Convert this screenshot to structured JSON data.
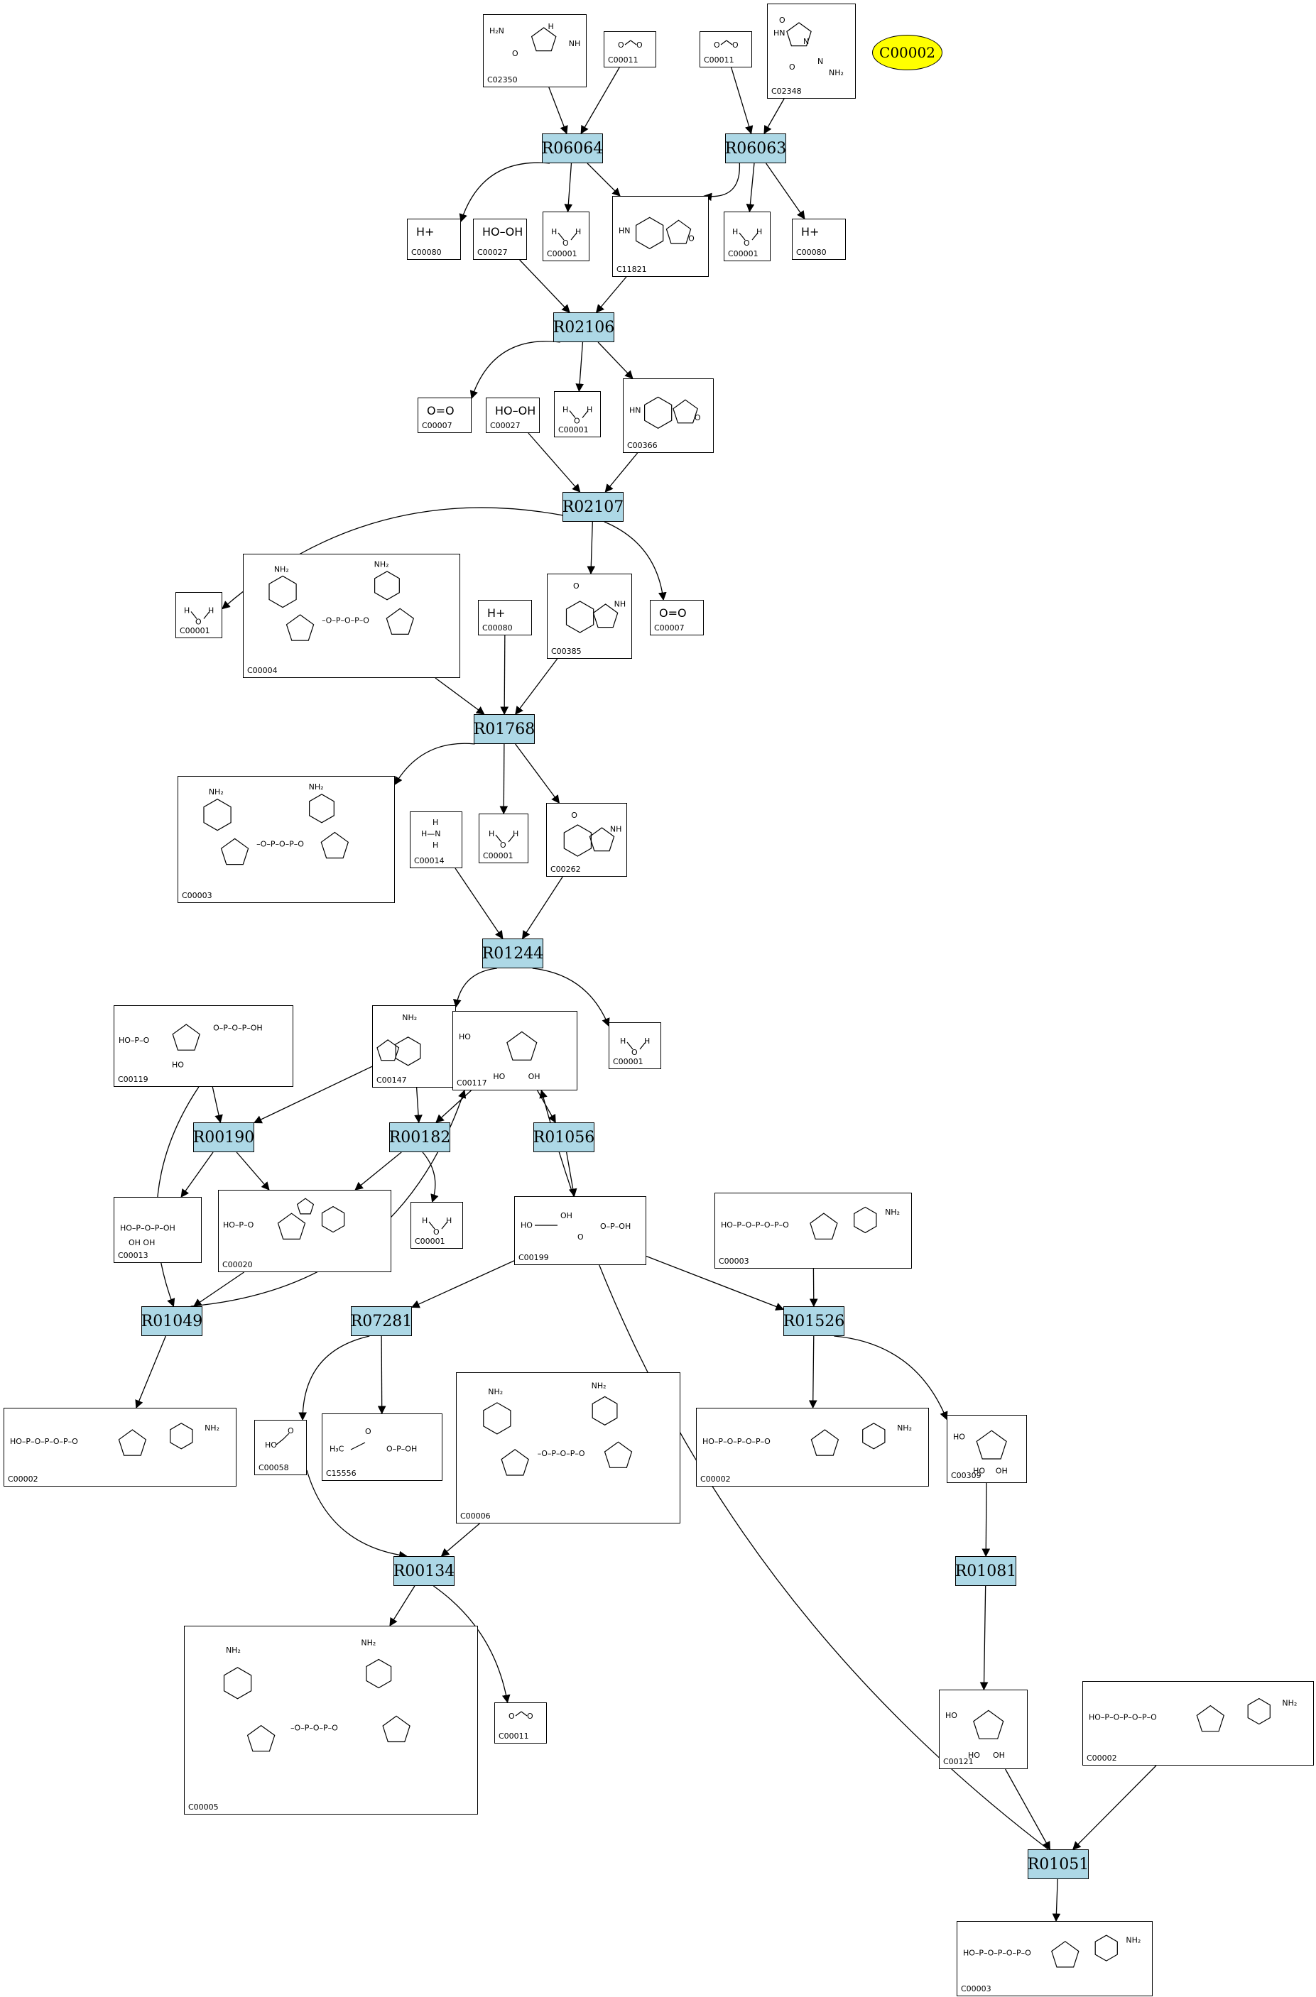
{
  "highlight": {
    "label": "C00002",
    "color": "#ffff00"
  },
  "colors": {
    "reaction": "#add8e6",
    "edge": "#000000"
  },
  "reactions": {
    "R06064": "R06064",
    "R06063": "R06063",
    "R02106": "R02106",
    "R02107": "R02107",
    "R01768": "R01768",
    "R01244": "R01244",
    "R00190": "R00190",
    "R00182": "R00182",
    "R01056": "R01056",
    "R01049": "R01049",
    "R07281": "R07281",
    "R01526": "R01526",
    "R00134": "R00134",
    "R01081": "R01081",
    "R01051": "R01051"
  },
  "compounds": {
    "c02350": {
      "id": "C02350"
    },
    "c00011a": {
      "id": "C00011"
    },
    "c00011b": {
      "id": "C00011"
    },
    "c02348": {
      "id": "C02348"
    },
    "c00080a": {
      "id": "C00080",
      "formula": "H+"
    },
    "c00027a": {
      "id": "C00027",
      "formula": "HO–OH"
    },
    "c00001a": {
      "id": "C00001"
    },
    "c11821": {
      "id": "C11821"
    },
    "c00001b": {
      "id": "C00001"
    },
    "c00080b": {
      "id": "C00080",
      "formula": "H+"
    },
    "c00007a": {
      "id": "C00007",
      "formula": "O=O"
    },
    "c00027b": {
      "id": "C00027",
      "formula": "HO–OH"
    },
    "c00001c": {
      "id": "C00001"
    },
    "c00366": {
      "id": "C00366"
    },
    "c00001d": {
      "id": "C00001"
    },
    "c00004": {
      "id": "C00004"
    },
    "c00080c": {
      "id": "C00080",
      "formula": "H+"
    },
    "c00385": {
      "id": "C00385"
    },
    "c00007b": {
      "id": "C00007",
      "formula": "O=O"
    },
    "c00003a": {
      "id": "C00003"
    },
    "c00014": {
      "id": "C00014"
    },
    "c00001e": {
      "id": "C00001"
    },
    "c00262": {
      "id": "C00262"
    },
    "c00119": {
      "id": "C00119"
    },
    "c00147": {
      "id": "C00147"
    },
    "c00117": {
      "id": "C00117"
    },
    "c00001f": {
      "id": "C00001"
    },
    "c00013": {
      "id": "C00013"
    },
    "c00020": {
      "id": "C00020"
    },
    "c00001g": {
      "id": "C00001"
    },
    "c00199": {
      "id": "C00199"
    },
    "c00003b": {
      "id": "C00003"
    },
    "c00002a": {
      "id": "C00002"
    },
    "c00058": {
      "id": "C00058"
    },
    "c15556": {
      "id": "C15556"
    },
    "c00006": {
      "id": "C00006"
    },
    "c00002b": {
      "id": "C00002"
    },
    "c00309": {
      "id": "C00309"
    },
    "c00005": {
      "id": "C00005"
    },
    "c00011c": {
      "id": "C00011"
    },
    "c00121": {
      "id": "C00121"
    },
    "c00002c": {
      "id": "C00002"
    },
    "c00003c": {
      "id": "C00003"
    }
  }
}
